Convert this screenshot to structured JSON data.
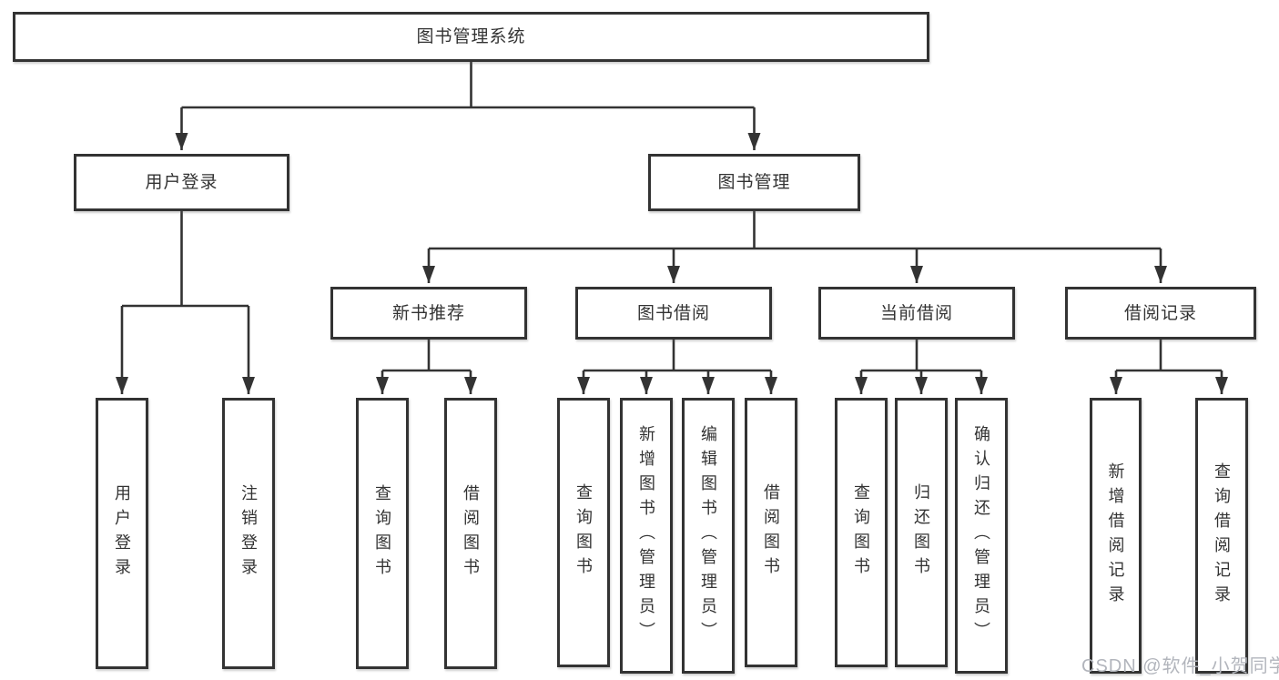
{
  "diagram": {
    "root": "图书管理系统",
    "level2": [
      "用户登录",
      "图书管理"
    ],
    "level3": [
      "新书推荐",
      "图书借阅",
      "当前借阅",
      "借阅记录"
    ],
    "leaves": {
      "login": [
        "用户登录",
        "注销登录"
      ],
      "newbook": [
        "查询图书",
        "借阅图书"
      ],
      "borrow": [
        "查询图书",
        "新增图书（管理员）",
        "编辑图书（管理员）",
        "借阅图书"
      ],
      "current": [
        "查询图书",
        "归还图书",
        "确认归还（管理员）"
      ],
      "records": [
        "新增借阅记录",
        "查询借阅记录"
      ]
    },
    "watermark": "CSDN @软件_小贺同学",
    "colors": {
      "line": "#333333",
      "text": "#333333",
      "background": "#ffffff",
      "watermark": "#b2b5bc"
    }
  }
}
